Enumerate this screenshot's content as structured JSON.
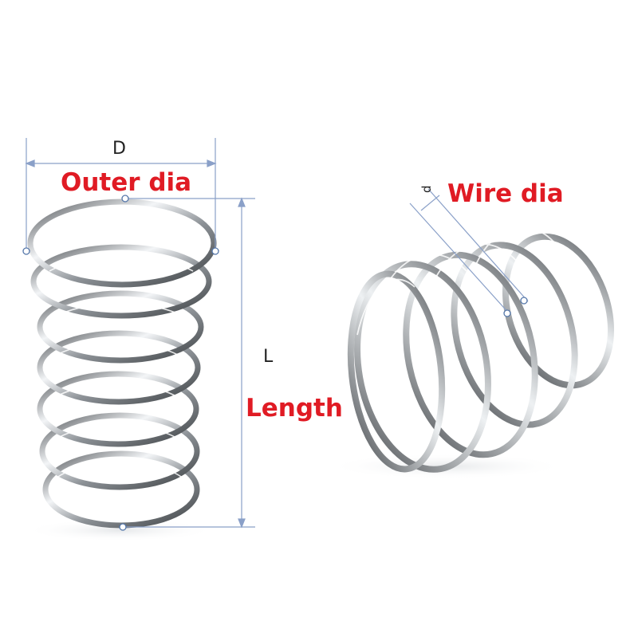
{
  "labels": {
    "outer_symbol": "D",
    "outer_name": "Outer dia",
    "length_symbol": "L",
    "length_name": "Length",
    "wire_symbol": "d",
    "wire_name": "Wire dia"
  },
  "colors": {
    "label_red": "#e01b24",
    "dimension_line": "#8aa0c8",
    "steel_dark": "#5e6266",
    "steel_light": "#eef1f3"
  }
}
